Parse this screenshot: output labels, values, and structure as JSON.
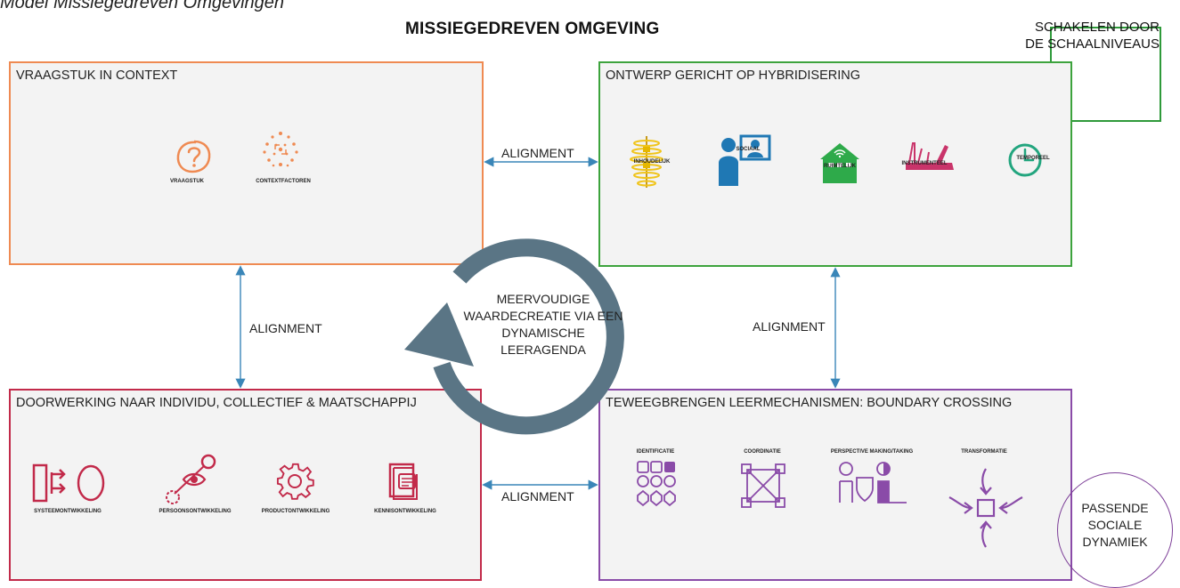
{
  "caption": "Model Missiegedreven Omgevingen",
  "main_title": "MISSIEGEDREVEN OMGEVING",
  "scale_note": "SCHAKELEN DOOR\nDE SCHAALNIVEAUS",
  "cycle_text": "MEERVOUDIGE WAARDECREATIE VIA EEN DYNAMISCHE LEERAGENDA",
  "social_text": "PASSENDE SOCIALE DYNAMIEK",
  "alignment_labels": [
    "ALIGNMENT",
    "ALIGNMENT",
    "ALIGNMENT",
    "ALIGNMENT"
  ],
  "colors": {
    "orange": "#ef8a52",
    "green": "#3da33d",
    "red": "#c22a4a",
    "purple": "#8a4ba8",
    "cycle": "#5a7585",
    "arrow": "#3a86b8"
  },
  "panels": {
    "vraagstuk": {
      "title": "VRAAGSTUK IN CONTEXT",
      "icons": [
        {
          "icon": "question-circle-icon",
          "label": "VRAAGSTUK"
        },
        {
          "icon": "scatter-dots-icon",
          "label": "CONTEXTFACTOREN"
        }
      ]
    },
    "ontwerp": {
      "title": "ONTWERP GERICHT OP HYBRIDISERING",
      "icons": [
        {
          "icon": "dna-coil-icon",
          "label": "INHOUDELIJK"
        },
        {
          "icon": "people-screen-icon",
          "label": "SOCIAAL"
        },
        {
          "icon": "building-wifi-icon",
          "label": "RUIMTELIJK"
        },
        {
          "icon": "multitool-icon",
          "label": "INSTRUMENTEEL"
        },
        {
          "icon": "clock-icon",
          "label": "TEMPOREEL"
        }
      ]
    },
    "doorwerking": {
      "title": "DOORWERKING NAAR INDIVIDU, COLLECTIEF & MAATSCHAPPIJ",
      "icons": [
        {
          "icon": "system-arrow-icon",
          "label": "SYSTEEMONTWIKKELING"
        },
        {
          "icon": "eye-connection-icon",
          "label": "PERSOONSONTWIKKELING"
        },
        {
          "icon": "gear-icon",
          "label": "PRODUCTONTWIKKELING"
        },
        {
          "icon": "document-icon",
          "label": "KENNISONTWIKKELING"
        }
      ]
    },
    "teweegbrengen": {
      "title": "TEWEEGBRENGEN LEERMECHANISMEN: BOUNDARY CROSSING",
      "icons": [
        {
          "icon": "shapes-grid-icon",
          "label": "IDENTIFICATIE"
        },
        {
          "icon": "network-square-icon",
          "label": "COORDINATIE"
        },
        {
          "icon": "perspective-people-icon",
          "label": "PERSPECTIVE MAKING/TAKING"
        },
        {
          "icon": "converging-arrows-icon",
          "label": "TRANSFORMATIE"
        }
      ]
    }
  }
}
